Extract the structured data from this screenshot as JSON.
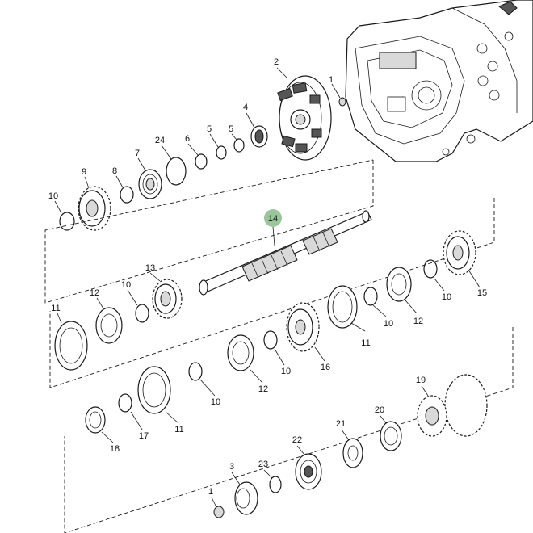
{
  "callouts": {
    "c1_top": "1",
    "c2": "2",
    "c4": "4",
    "c5a": "5",
    "c5b": "5",
    "c6": "6",
    "c24": "24",
    "c7": "7",
    "c8": "8",
    "c9": "9",
    "c10_a": "10",
    "c14": "14",
    "c13": "13",
    "c12_a": "12",
    "c10_b": "10",
    "c11_a": "11",
    "c11_b": "11",
    "c10_c": "10",
    "c12_b": "12",
    "c10_d": "10",
    "c15": "15",
    "c16": "16",
    "c10_e": "10",
    "c12_c": "12",
    "c10_f": "10",
    "c11_c": "11",
    "c17": "17",
    "c18": "18",
    "c19": "19",
    "c20": "20",
    "c21": "21",
    "c22": "22",
    "c23": "23",
    "c3": "3",
    "c1_bottom": "1"
  },
  "colors": {
    "highlight_circle": "#9bc59a",
    "line": "#1a1a1a",
    "shade": "#d9d9d9"
  }
}
